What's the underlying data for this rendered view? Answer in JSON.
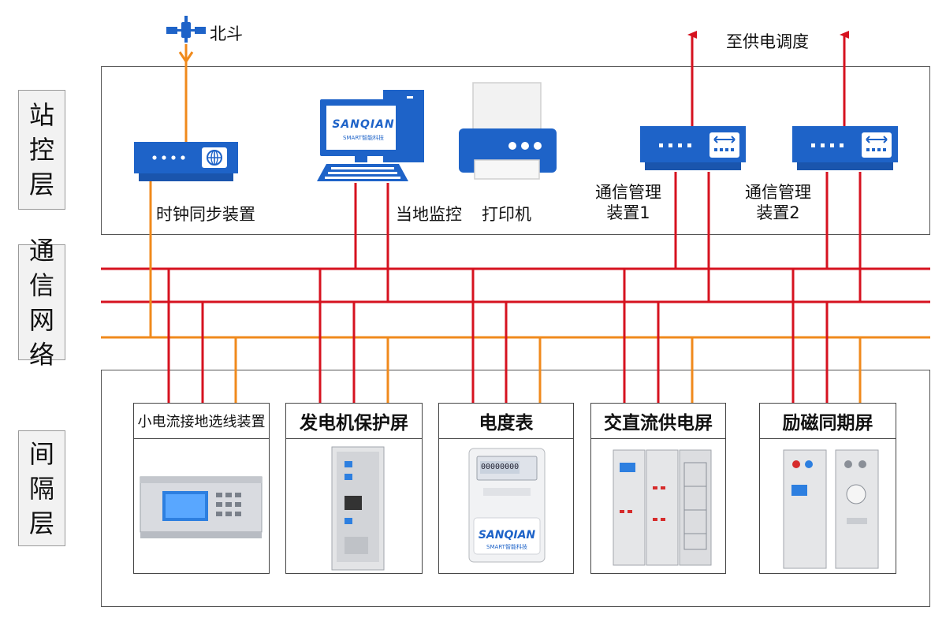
{
  "layers": {
    "station": "站控层",
    "network": "通信网络",
    "bay": "间隔层"
  },
  "station_devices": {
    "beidou": "北斗",
    "dispatch": "至供电调度",
    "clock_sync": "时钟同步装置",
    "local_monitor": "当地监控",
    "printer": "打印机",
    "comm_mgr1": "通信管理\n装置1",
    "comm_mgr2": "通信管理\n装置2",
    "monitor_logo": "SANQIAN",
    "monitor_logo_sub": "SMART智能科技"
  },
  "bay_devices": [
    {
      "title": "小电流接地选线装置",
      "icon": "grounding-selector-device"
    },
    {
      "title": "发电机保护屏",
      "icon": "generator-protection-cabinet"
    },
    {
      "title": "电度表",
      "icon": "energy-meter"
    },
    {
      "title": "交直流供电屏",
      "icon": "ac-dc-power-cabinet"
    },
    {
      "title": "励磁同期屏",
      "icon": "excitation-sync-cabinet"
    }
  ],
  "meter": {
    "reading": "00000000",
    "logo": "SANQIAN",
    "logo_sub": "SMART智能科技"
  },
  "colors": {
    "red_bus": "#d6121f",
    "orange_bus": "#f08a1c",
    "device_blue": "#1e63c8",
    "frame": "#555555"
  }
}
